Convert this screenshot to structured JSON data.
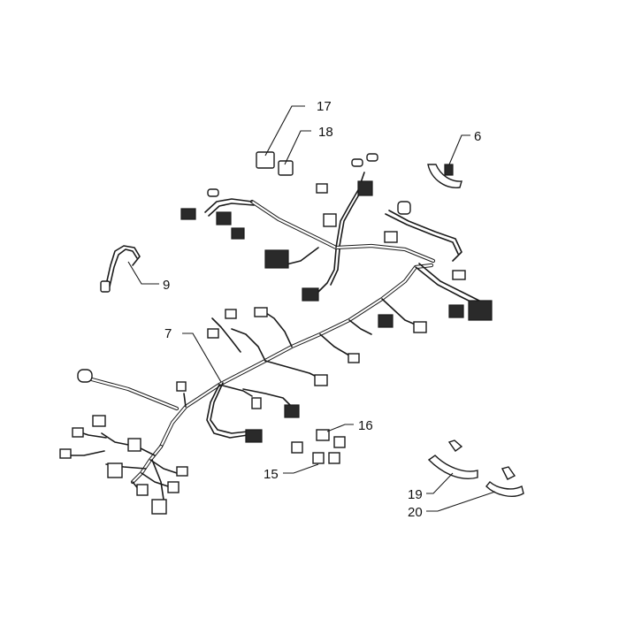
{
  "callouts": {
    "c17": "17",
    "c18": "18",
    "c6": "6",
    "c9": "9",
    "c7": "7",
    "c16": "16",
    "c15": "15",
    "c19": "19",
    "c20": "20"
  }
}
